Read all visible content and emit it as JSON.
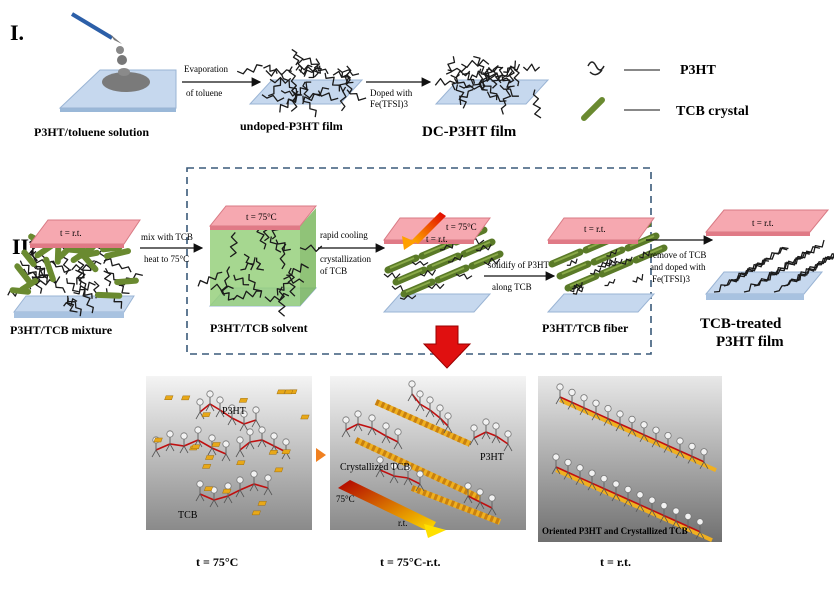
{
  "section1": {
    "roman": "I.",
    "solution_label": "P3HT/toluene solution",
    "evaporation_line1": "Evaporation",
    "evaporation_line2": "of toluene",
    "undoped_label": "undoped-P3HT film",
    "doped_line1": "Doped with",
    "doped_line2": "Fe(TFSI)3",
    "dc_label": "DC-P3HT film"
  },
  "legend": {
    "p3ht": "P3HT",
    "tcb": "TCB crystal"
  },
  "section2": {
    "roman": "II.",
    "temps": {
      "rt": "t = r.t.",
      "t75": "t = 75°C"
    },
    "arrow1_line1": "mix with  TCB",
    "arrow1_line2": "heat to 75°C",
    "arrow2_line1": "rapid cooling",
    "arrow2_line2": "crystallization",
    "arrow2_line3": "of TCB",
    "arrow3_line1": "solidify of P3HT",
    "arrow3_line2": "along TCB",
    "arrow4_line1": "remove of TCB",
    "arrow4_line2": "and doped with",
    "arrow4_line3": "Fe(TFSI)3",
    "mixture_label": "P3HT/TCB mixture",
    "solvent_label": "P3HT/TCB solvent",
    "fiber_label": "P3HT/TCB fiber",
    "treated_line1": "TCB-treated",
    "treated_line2": "P3HT film"
  },
  "panels": {
    "p1_p3ht": "P3HT",
    "p1_tcb": "TCB",
    "p2_crystallized": "Crystallized TCB",
    "p2_p3ht": "P3HT",
    "p2_75": "75°C",
    "p2_rt": "r.t.",
    "p3_caption": "Oriented P3HT and Crystallized TCB",
    "cap1": "t = 75°C",
    "cap2": "t = 75°C-r.t.",
    "cap3": "t = r.t."
  },
  "colors": {
    "substrate": "#b8cfe8",
    "top_plate": "#f08a95",
    "tcb": "#6a8a30",
    "solvent": "#8cc870",
    "dashed_box": "#3a5a7a",
    "big_arrow": "#e01010"
  }
}
